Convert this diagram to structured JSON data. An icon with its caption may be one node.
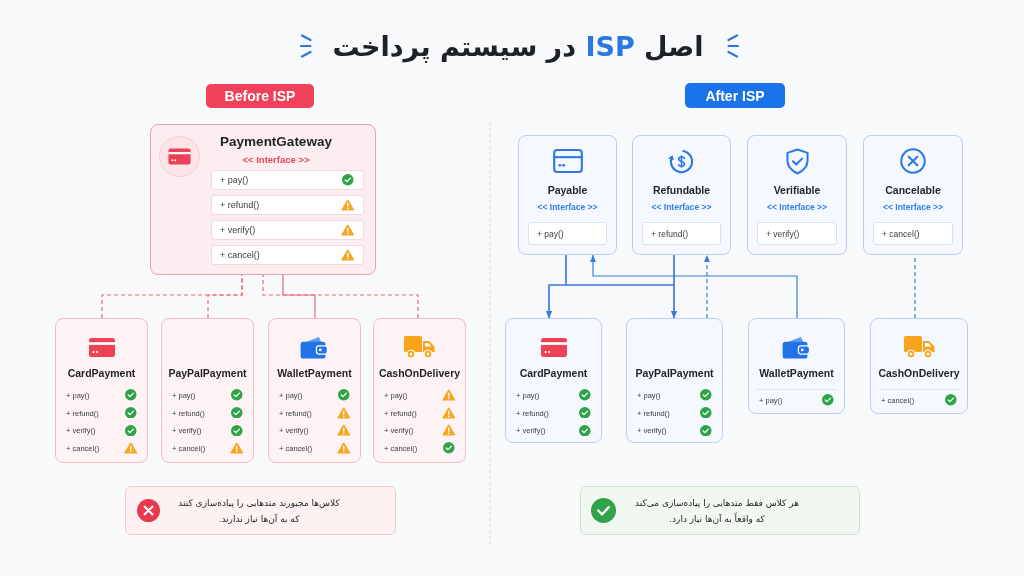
{
  "diagram": {
    "title": "اصل ISP در سیستم پرداخت",
    "nodes": [
      {
        "text": [
          "Before ISP"
        ]
      },
      {
        "text": [
          "PaymentGateway",
          "<< Interface >>"
        ]
      },
      {
        "text": [
          "+ pay()"
        ],
        "in": 1
      },
      {
        "text": [
          "+ refund()"
        ],
        "in": 1
      },
      {
        "text": [
          "+ verify()"
        ],
        "in": 1
      },
      {
        "text": [
          "+ cancel()"
        ],
        "in": 1
      },
      {
        "text": [
          "CardPayment",
          "+ pay()",
          "+ refund()",
          "+ verify()",
          "+ cancel()"
        ]
      },
      {
        "text": [
          "PayPalPayment",
          "+ pay()",
          "+ refund()",
          "+ verify()",
          "+ cancel()"
        ]
      },
      {
        "text": [
          "WalletPayment",
          "+ pay()",
          "+ refund()",
          "+ verify()",
          "+ cancel()"
        ]
      },
      {
        "text": [
          "CashOnDelivery",
          "+ pay()",
          "+ refund()",
          "+ verify()",
          "+ cancel()"
        ]
      },
      {
        "text": [
          "کلاس‌ها مجبورند متدهایی را پیاده‌سازی کنند که به آن‌ها نیاز ندارند."
        ]
      },
      {
        "text": [
          "After ISP"
        ]
      },
      {
        "text": [
          "Payable",
          "<< Interface >>"
        ]
      },
      {
        "text": [
          "+ pay()"
        ],
        "in": 12
      },
      {
        "text": [
          "Refundable",
          "<< Interface >>"
        ]
      },
      {
        "text": [
          "+ refund()"
        ],
        "in": 14
      },
      {
        "text": [
          "Verifiable",
          "<< Interface >>"
        ]
      },
      {
        "text": [
          "+ verify()"
        ],
        "in": 16
      },
      {
        "text": [
          "Cancelable",
          "<< Interface >>"
        ]
      },
      {
        "text": [
          "+ cancel()"
        ],
        "in": 18
      },
      {
        "text": [
          "CardPayment",
          "+ pay()",
          "+ refund()",
          "+ verify()"
        ]
      },
      {
        "text": [
          "PayPalPayment",
          "+ pay()",
          "+ refund()",
          "+ verify()"
        ]
      },
      {
        "text": [
          "WalletPayment",
          "+ pay()"
        ]
      },
      {
        "text": [
          "CashOnDelivery",
          "+ cancel()"
        ]
      },
      {
        "text": [
          "هر کلاس فقط متدهایی را پیاده‌سازی می‌کند که واقعاً به آن‌ها نیاز دارد."
        ]
      }
    ],
    "edges": [
      {
        "from": 6,
        "to": 1,
        "arrow": "none",
        "style": "dashed",
        "color": "#e5697a"
      },
      {
        "from": 7,
        "to": 1,
        "arrow": "none",
        "style": "dashed",
        "color": "#e5697a"
      },
      {
        "from": 8,
        "to": 1,
        "arrow": "none",
        "color": "#e5697a"
      },
      {
        "from": 9,
        "to": 1,
        "arrow": "none",
        "style": "dashed",
        "color": "#e5697a"
      },
      {
        "from": 12,
        "to": 20,
        "arrow": "to"
      },
      {
        "from": 14,
        "to": 21,
        "arrow": "to"
      },
      {
        "from": 12,
        "to": 21,
        "arrow": "to"
      },
      {
        "from": 14,
        "to": 20,
        "arrow": "to"
      },
      {
        "from": 22,
        "to": 12,
        "arrow": "to"
      },
      {
        "from": 21,
        "to": 14,
        "arrow": "to",
        "style": "dashed"
      },
      {
        "from": 23,
        "to": 18,
        "arrow": "none",
        "style": "dashed"
      }
    ]
  }
}
